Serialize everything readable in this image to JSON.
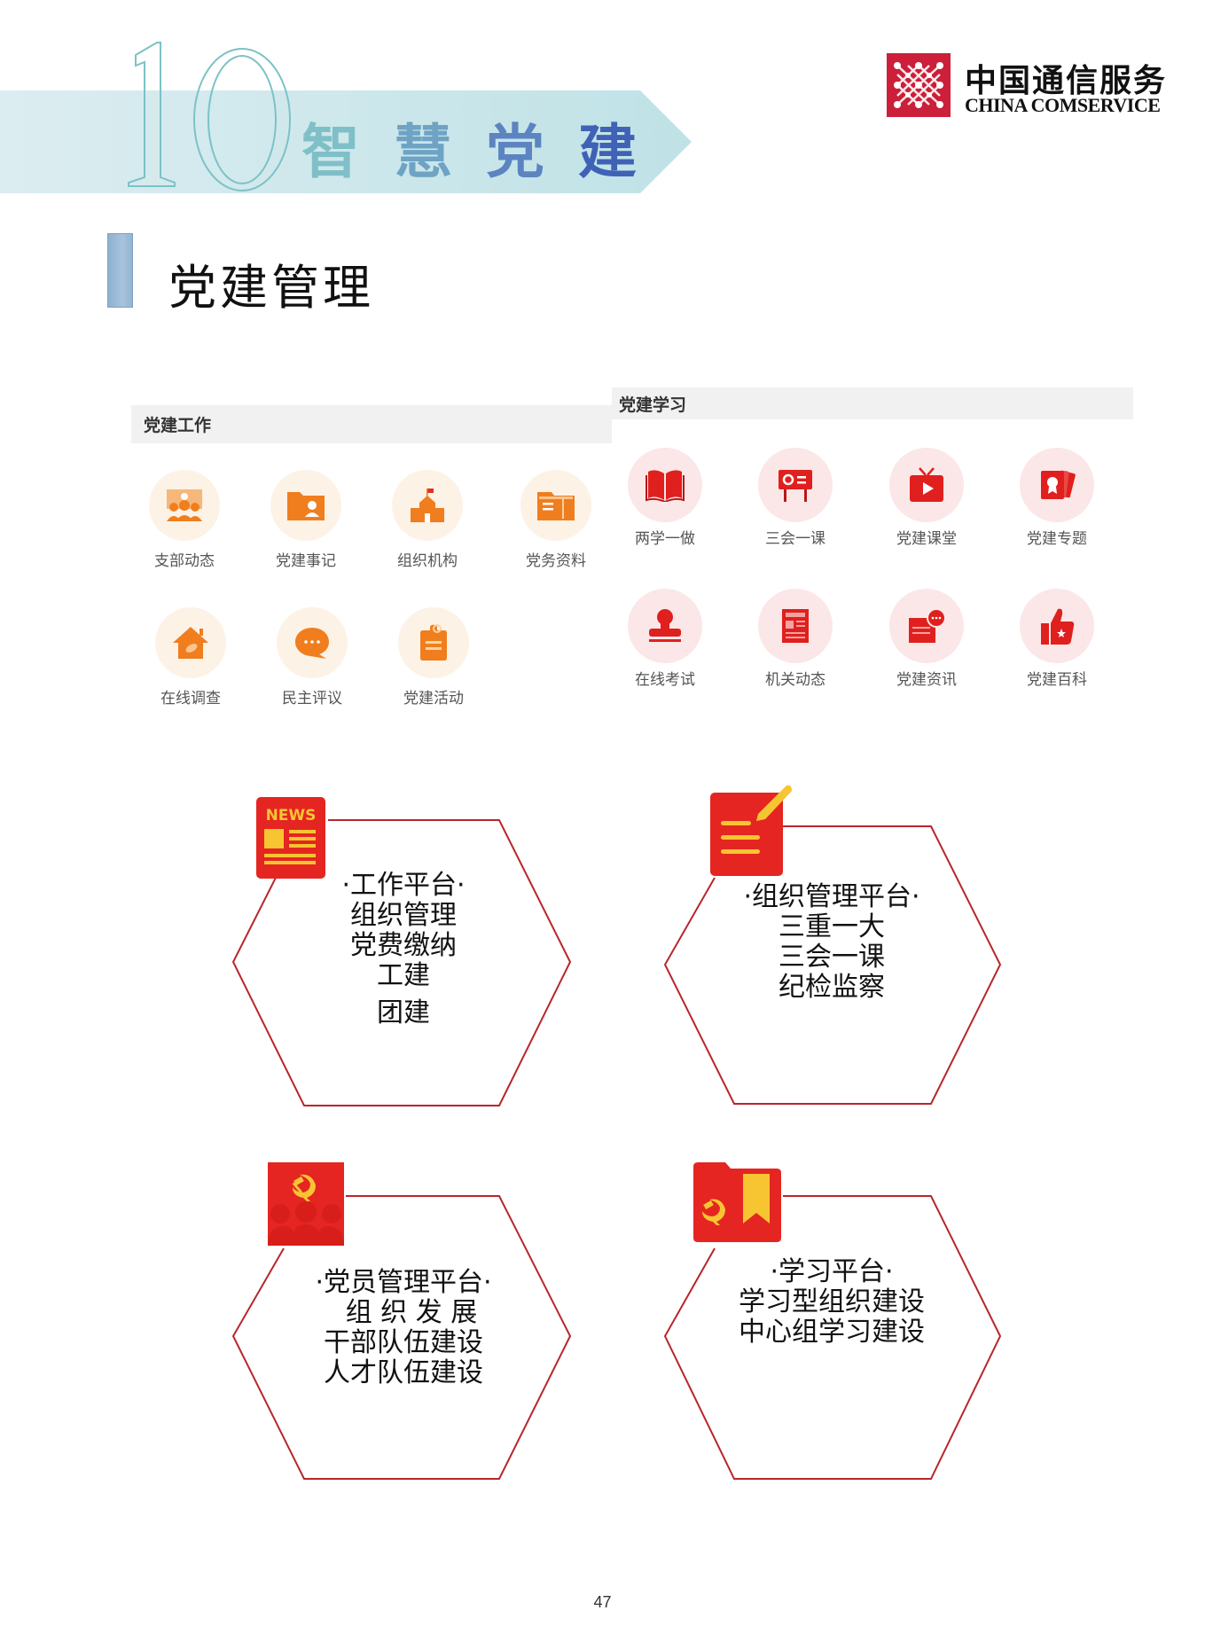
{
  "header": {
    "chapter_number": "10",
    "chapter_title_chars": [
      "智",
      "慧",
      "党",
      "建"
    ],
    "logo": {
      "cn": "中国通信服务",
      "en": "CHINA COMSERVICE",
      "color": "#cc1f3a"
    }
  },
  "section": {
    "title": "党建管理"
  },
  "panels": {
    "work": {
      "title": "党建工作",
      "accent": "#f07e1e",
      "items": [
        {
          "label": "支部动态",
          "icon": "branch-meeting-icon"
        },
        {
          "label": "党建事记",
          "icon": "record-folder-icon"
        },
        {
          "label": "组织机构",
          "icon": "organization-building-icon"
        },
        {
          "label": "党务资料",
          "icon": "documents-folder-icon"
        },
        {
          "label": "在线调查",
          "icon": "survey-house-icon"
        },
        {
          "label": "民主评议",
          "icon": "chat-bubble-icon"
        },
        {
          "label": "党建活动",
          "icon": "activity-tag-icon"
        }
      ]
    },
    "learn": {
      "title": "党建学习",
      "accent": "#e0201e",
      "items": [
        {
          "label": "两学一做",
          "icon": "open-book-icon"
        },
        {
          "label": "三会一课",
          "icon": "board-icon"
        },
        {
          "label": "党建课堂",
          "icon": "tv-play-icon"
        },
        {
          "label": "党建专题",
          "icon": "topic-cards-icon"
        },
        {
          "label": "在线考试",
          "icon": "stamp-icon"
        },
        {
          "label": "机关动态",
          "icon": "newspaper-icon"
        },
        {
          "label": "党建资讯",
          "icon": "news-message-icon"
        },
        {
          "label": "党建百科",
          "icon": "thumbs-up-icon"
        }
      ]
    }
  },
  "platforms": [
    {
      "title": "·工作平台·",
      "lines": [
        "组织管理",
        "党费缴纳",
        "工建",
        "团建"
      ],
      "icon": "news-icon",
      "icon_text": "NEWS"
    },
    {
      "title": "·组织管理平台·",
      "lines": [
        "三重一大",
        "三会一课",
        "纪检监察"
      ],
      "icon": "notepad-pencil-icon"
    },
    {
      "title": "·党员管理平台·",
      "lines": [
        "组 织 发 展",
        "干部队伍建设",
        "人才队伍建设"
      ],
      "icon": "party-members-icon"
    },
    {
      "title": "·学习平台·",
      "lines": [
        "学习型组织建设",
        "中心组学习建设"
      ],
      "icon": "party-folder-bookmark-icon"
    }
  ],
  "colors": {
    "hex_stroke": "#b8262b",
    "icon_red": "#e52521",
    "icon_yellow": "#f7c531",
    "banner": "#d4ecef"
  },
  "footer": {
    "page_number": "47"
  }
}
